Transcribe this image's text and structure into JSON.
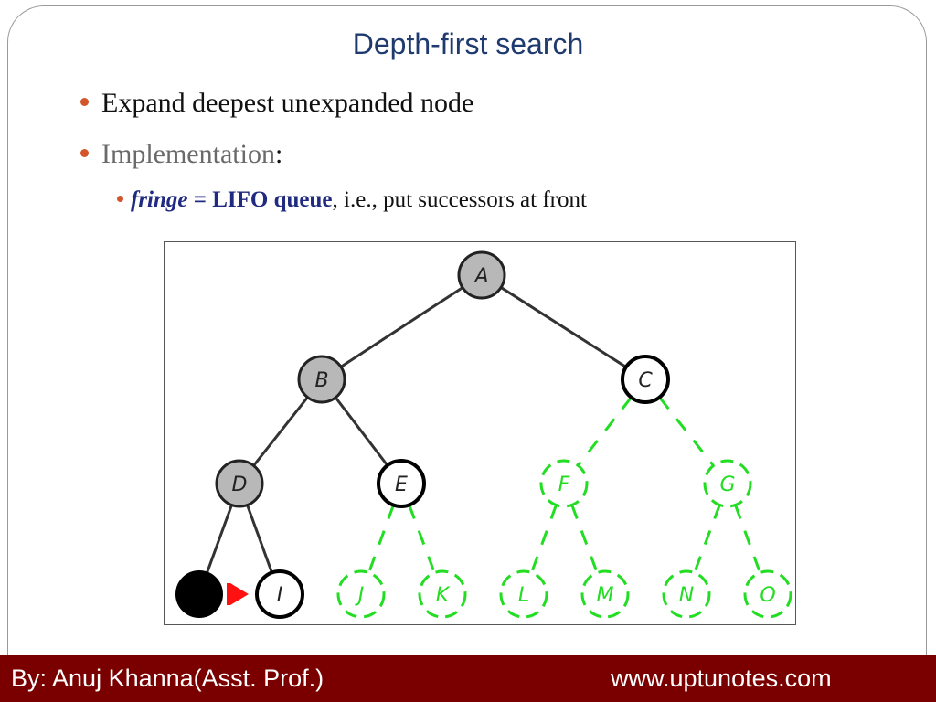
{
  "slide": {
    "title": "Depth-first search",
    "bullets": [
      {
        "text": "Expand deepest unexpanded node"
      },
      {
        "text": "Implementation",
        "suffix": ":"
      }
    ],
    "sub_bullet": {
      "term": "fringe",
      "equals": " = ",
      "structure": "LIFO queue",
      "rest": ", i.e., put successors at front"
    }
  },
  "tree": {
    "colors": {
      "expanded": "#b8b8b8",
      "frontier": "#ffffff",
      "unexplored": "#22dd22",
      "current": "#000000",
      "marker": "#ff1111",
      "edge": "#333333"
    },
    "nodes": [
      {
        "id": "A",
        "label": "A",
        "state": "expanded"
      },
      {
        "id": "B",
        "label": "B",
        "state": "expanded"
      },
      {
        "id": "C",
        "label": "C",
        "state": "frontier"
      },
      {
        "id": "D",
        "label": "D",
        "state": "expanded"
      },
      {
        "id": "E",
        "label": "E",
        "state": "frontier"
      },
      {
        "id": "F",
        "label": "F",
        "state": "unexplored"
      },
      {
        "id": "G",
        "label": "G",
        "state": "unexplored"
      },
      {
        "id": "H",
        "label": "",
        "state": "current"
      },
      {
        "id": "I",
        "label": "I",
        "state": "frontier"
      },
      {
        "id": "J",
        "label": "J",
        "state": "unexplored"
      },
      {
        "id": "K",
        "label": "K",
        "state": "unexplored"
      },
      {
        "id": "L",
        "label": "L",
        "state": "unexplored"
      },
      {
        "id": "M",
        "label": "M",
        "state": "unexplored"
      },
      {
        "id": "N",
        "label": "N",
        "state": "unexplored"
      },
      {
        "id": "O",
        "label": "O",
        "state": "unexplored"
      }
    ],
    "edges": [
      {
        "from": "A",
        "to": "B",
        "style": "solid"
      },
      {
        "from": "A",
        "to": "C",
        "style": "solid"
      },
      {
        "from": "B",
        "to": "D",
        "style": "solid"
      },
      {
        "from": "B",
        "to": "E",
        "style": "solid"
      },
      {
        "from": "C",
        "to": "F",
        "style": "dashed"
      },
      {
        "from": "C",
        "to": "G",
        "style": "dashed"
      },
      {
        "from": "D",
        "to": "H",
        "style": "solid"
      },
      {
        "from": "D",
        "to": "I",
        "style": "solid"
      },
      {
        "from": "E",
        "to": "J",
        "style": "dashed"
      },
      {
        "from": "E",
        "to": "K",
        "style": "dashed"
      },
      {
        "from": "F",
        "to": "L",
        "style": "dashed"
      },
      {
        "from": "F",
        "to": "M",
        "style": "dashed"
      },
      {
        "from": "G",
        "to": "N",
        "style": "dashed"
      },
      {
        "from": "G",
        "to": "O",
        "style": "dashed"
      }
    ]
  },
  "footer": {
    "left": "By: Anuj Khanna(Asst. Prof.)",
    "right": "www.uptunotes.com"
  }
}
